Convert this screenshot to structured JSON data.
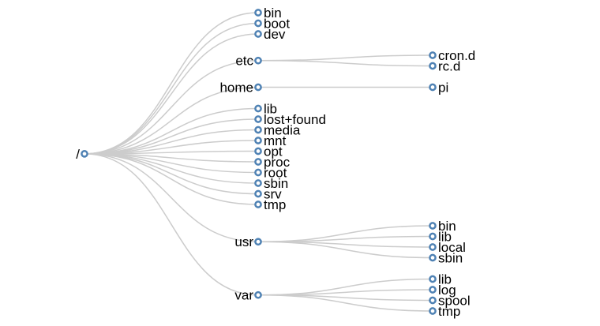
{
  "tree": {
    "name": "/",
    "children": [
      {
        "name": "bin"
      },
      {
        "name": "boot"
      },
      {
        "name": "dev"
      },
      {
        "name": "etc",
        "children": [
          {
            "name": "cron.d"
          },
          {
            "name": "rc.d"
          }
        ]
      },
      {
        "name": "home",
        "children": [
          {
            "name": "pi"
          }
        ]
      },
      {
        "name": "lib"
      },
      {
        "name": "lost+found"
      },
      {
        "name": "media"
      },
      {
        "name": "mnt"
      },
      {
        "name": "opt"
      },
      {
        "name": "proc"
      },
      {
        "name": "root"
      },
      {
        "name": "sbin"
      },
      {
        "name": "srv"
      },
      {
        "name": "tmp"
      },
      {
        "name": "usr",
        "children": [
          {
            "name": "bin"
          },
          {
            "name": "lib"
          },
          {
            "name": "local"
          },
          {
            "name": "sbin"
          }
        ]
      },
      {
        "name": "var",
        "children": [
          {
            "name": "lib"
          },
          {
            "name": "log"
          },
          {
            "name": "spool"
          },
          {
            "name": "tmp"
          }
        ]
      }
    ]
  },
  "colors": {
    "link": "#cccccc",
    "node_stroke": "#4f82b4",
    "node_fill": "#ffffff",
    "text": "#000000"
  }
}
